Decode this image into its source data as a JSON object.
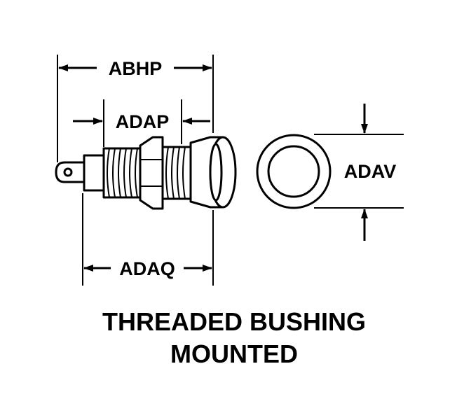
{
  "dimensions": {
    "abhp": "ABHP",
    "adap": "ADAP",
    "adaq": "ADAQ",
    "adav": "ADAV"
  },
  "caption": {
    "line1": "THREADED BUSHING",
    "line2": "MOUNTED"
  },
  "colors": {
    "ink": "#000000",
    "paper": "#ffffff"
  }
}
